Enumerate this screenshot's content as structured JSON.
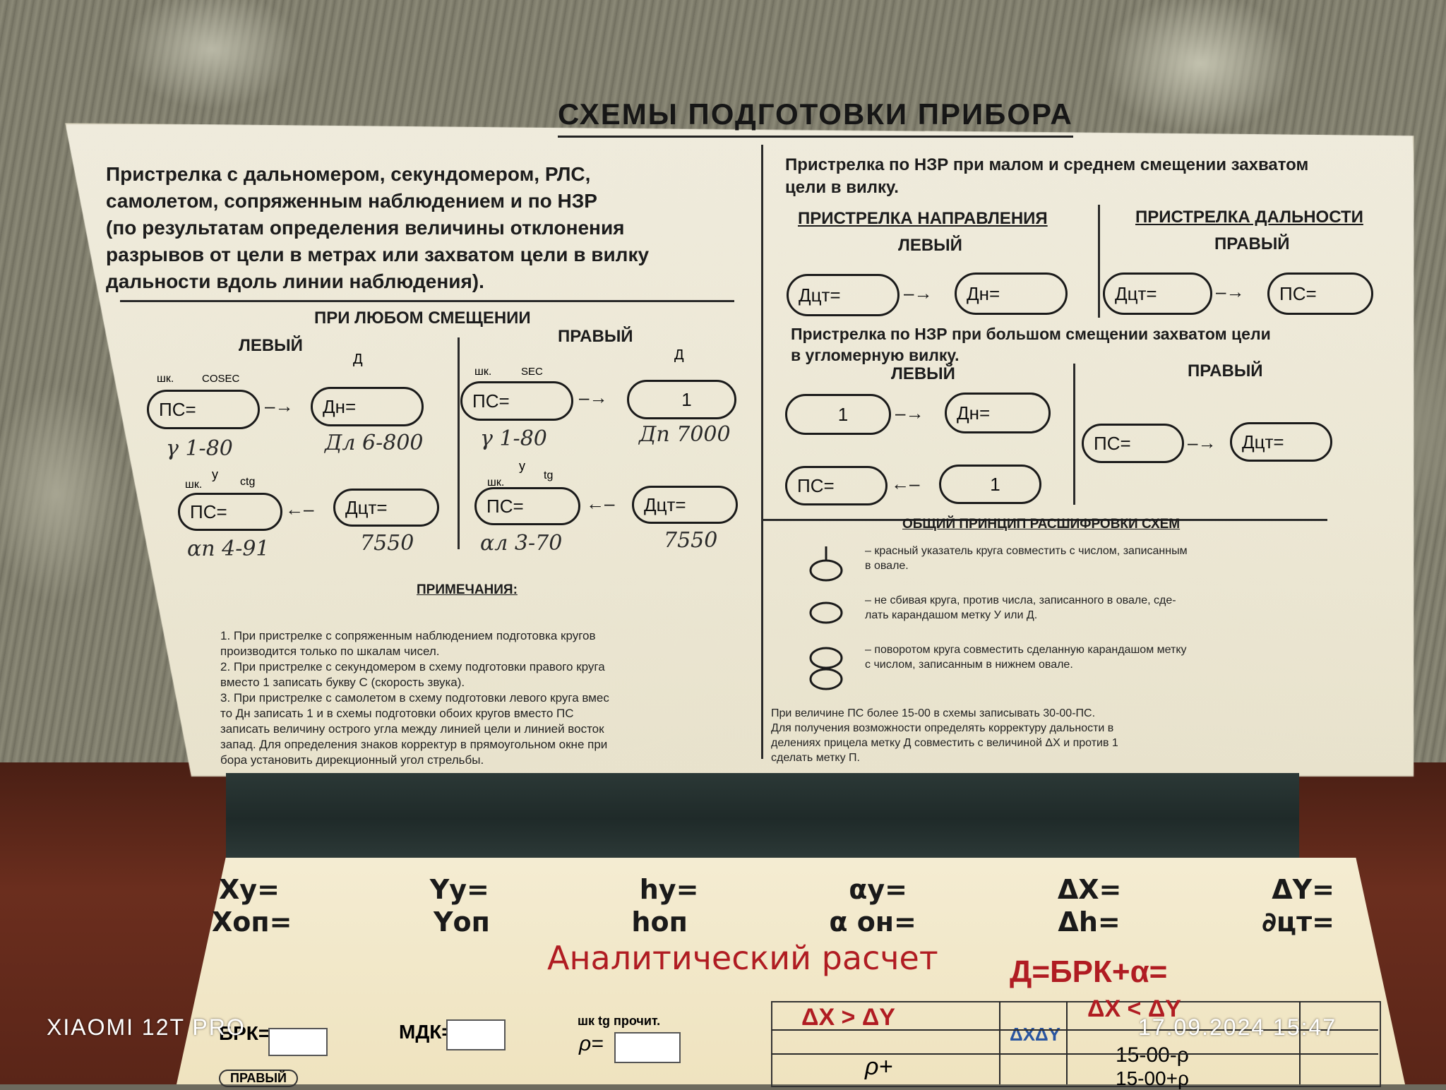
{
  "board": {
    "title": "СХЕМЫ ПОДГОТОВКИ ПРИБОРА",
    "intro_lines": [
      "Пристрелка с дальномером, секундомером, РЛС,",
      "самолетом, сопряженным наблюдением и по НЗР",
      "(по результатам определения величины отклонения",
      "разрывов от цели в метрах или захватом цели в вилку",
      "дальности вдоль линии наблюдения)."
    ],
    "any_offset": "ПРИ ЛЮБОМ СМЕЩЕНИИ",
    "left": "ЛЕВЫЙ",
    "right": "ПРАВЫЙ",
    "left_ovals": [
      "ПС=",
      "Дн=",
      "ПС=",
      "Дцт="
    ],
    "left_labels": [
      "шк.",
      "COSEC",
      "Д",
      "у",
      "ctg"
    ],
    "left_hand": [
      "γ 1-80",
      "Дл 6-800",
      "αп 4-91",
      "7550"
    ],
    "right_ovals": [
      "ПС=",
      "1",
      "ПС=",
      "Дцт="
    ],
    "right_labels": [
      "шк.",
      "SEC",
      "Д",
      "у",
      "tg"
    ],
    "right_hand": [
      "γ 1-80",
      "Дп 7000",
      "αл 3-70",
      "7550"
    ],
    "notes_title": "ПРИМЕЧАНИЯ:",
    "notes": [
      "1. При пристрелке с сопряженным наблюдением подготовка кругов",
      "производится только по шкалам чисел.",
      "2. При пристрелке с секундомером в схему подготовки правого круга",
      "вместо 1 записать букву С (скорость звука).",
      "3. При пристрелке с самолетом в схему подготовки левого круга вмес",
      "то Дн записать 1 и в схемы подготовки обоих кругов вместо ПС",
      "записать величину острого угла между линией цели и линией восток",
      "запад. Для определения знаков корректур в прямоугольном окне при",
      "бора установить дирекционный угол стрельбы."
    ],
    "nzr_small": [
      "Пристрелка по НЗР при малом и среднем смещении захватом",
      "цели в вилку."
    ],
    "dir_title": "ПРИСТРЕЛКА НАПРАВЛЕНИЯ",
    "range_title": "ПРИСТРЕЛКА ДАЛЬНОСТИ",
    "nzr_ovals_top": [
      "Дцт=",
      "Дн=",
      "Дцт=",
      "ПС="
    ],
    "nzr_large": [
      "Пристрелка по НЗР при большом смещении захватом цели",
      "в угломерную вилку."
    ],
    "nzr_ovals_bottom": [
      "1",
      "Дн=",
      "ПС=",
      "1",
      "ПС=",
      "Дцт="
    ],
    "principle_title": "ОБЩИЙ ПРИНЦИП РАСШИФРОВКИ СХЕМ",
    "principle": [
      "– красный указатель круга совместить с числом, записанным",
      "в овале.",
      "– не сбивая круга, против числа, записанного в овале, сде-",
      "лать карандашом метку У или Д.",
      "– поворотом круга совместить сделанную карандашом метку",
      "с числом, записанным в нижнем овале."
    ],
    "footer": [
      "При величине ПС более 15-00 в схемы записывать 30-00-ПС.",
      "Для получения возможности определять корректуру дальности в",
      "делениях прицела метку Д совместить с величиной ΔX и против 1",
      "сделать метку П."
    ]
  },
  "lower": {
    "fields_row1": [
      "Xу=",
      "Yу=",
      "hу=",
      "αу=",
      "ΔX=",
      "ΔY="
    ],
    "fields_row2": [
      "Xоп=",
      "Yоп",
      "hоп",
      "α он=",
      "Δh=",
      "∂цт="
    ],
    "analytic_title": "Аналитический расчет",
    "formula": "Д=БРК+α=",
    "brk": "БРК=",
    "mdk": "МДК=",
    "shk": "шк tg прочит.",
    "rho": "ρ=",
    "right_btn": "ПРАВЫЙ",
    "table_head_left": "ΔX > ΔY",
    "table_head_right": "ΔX < ΔY",
    "table_cells": [
      "ΔXΔY",
      "ρ+",
      "15-00-ρ",
      "15-00+ρ"
    ]
  },
  "watermark": {
    "device": "XIAOMI 12T PRO",
    "datetime": "17.09.2024 15:47"
  }
}
